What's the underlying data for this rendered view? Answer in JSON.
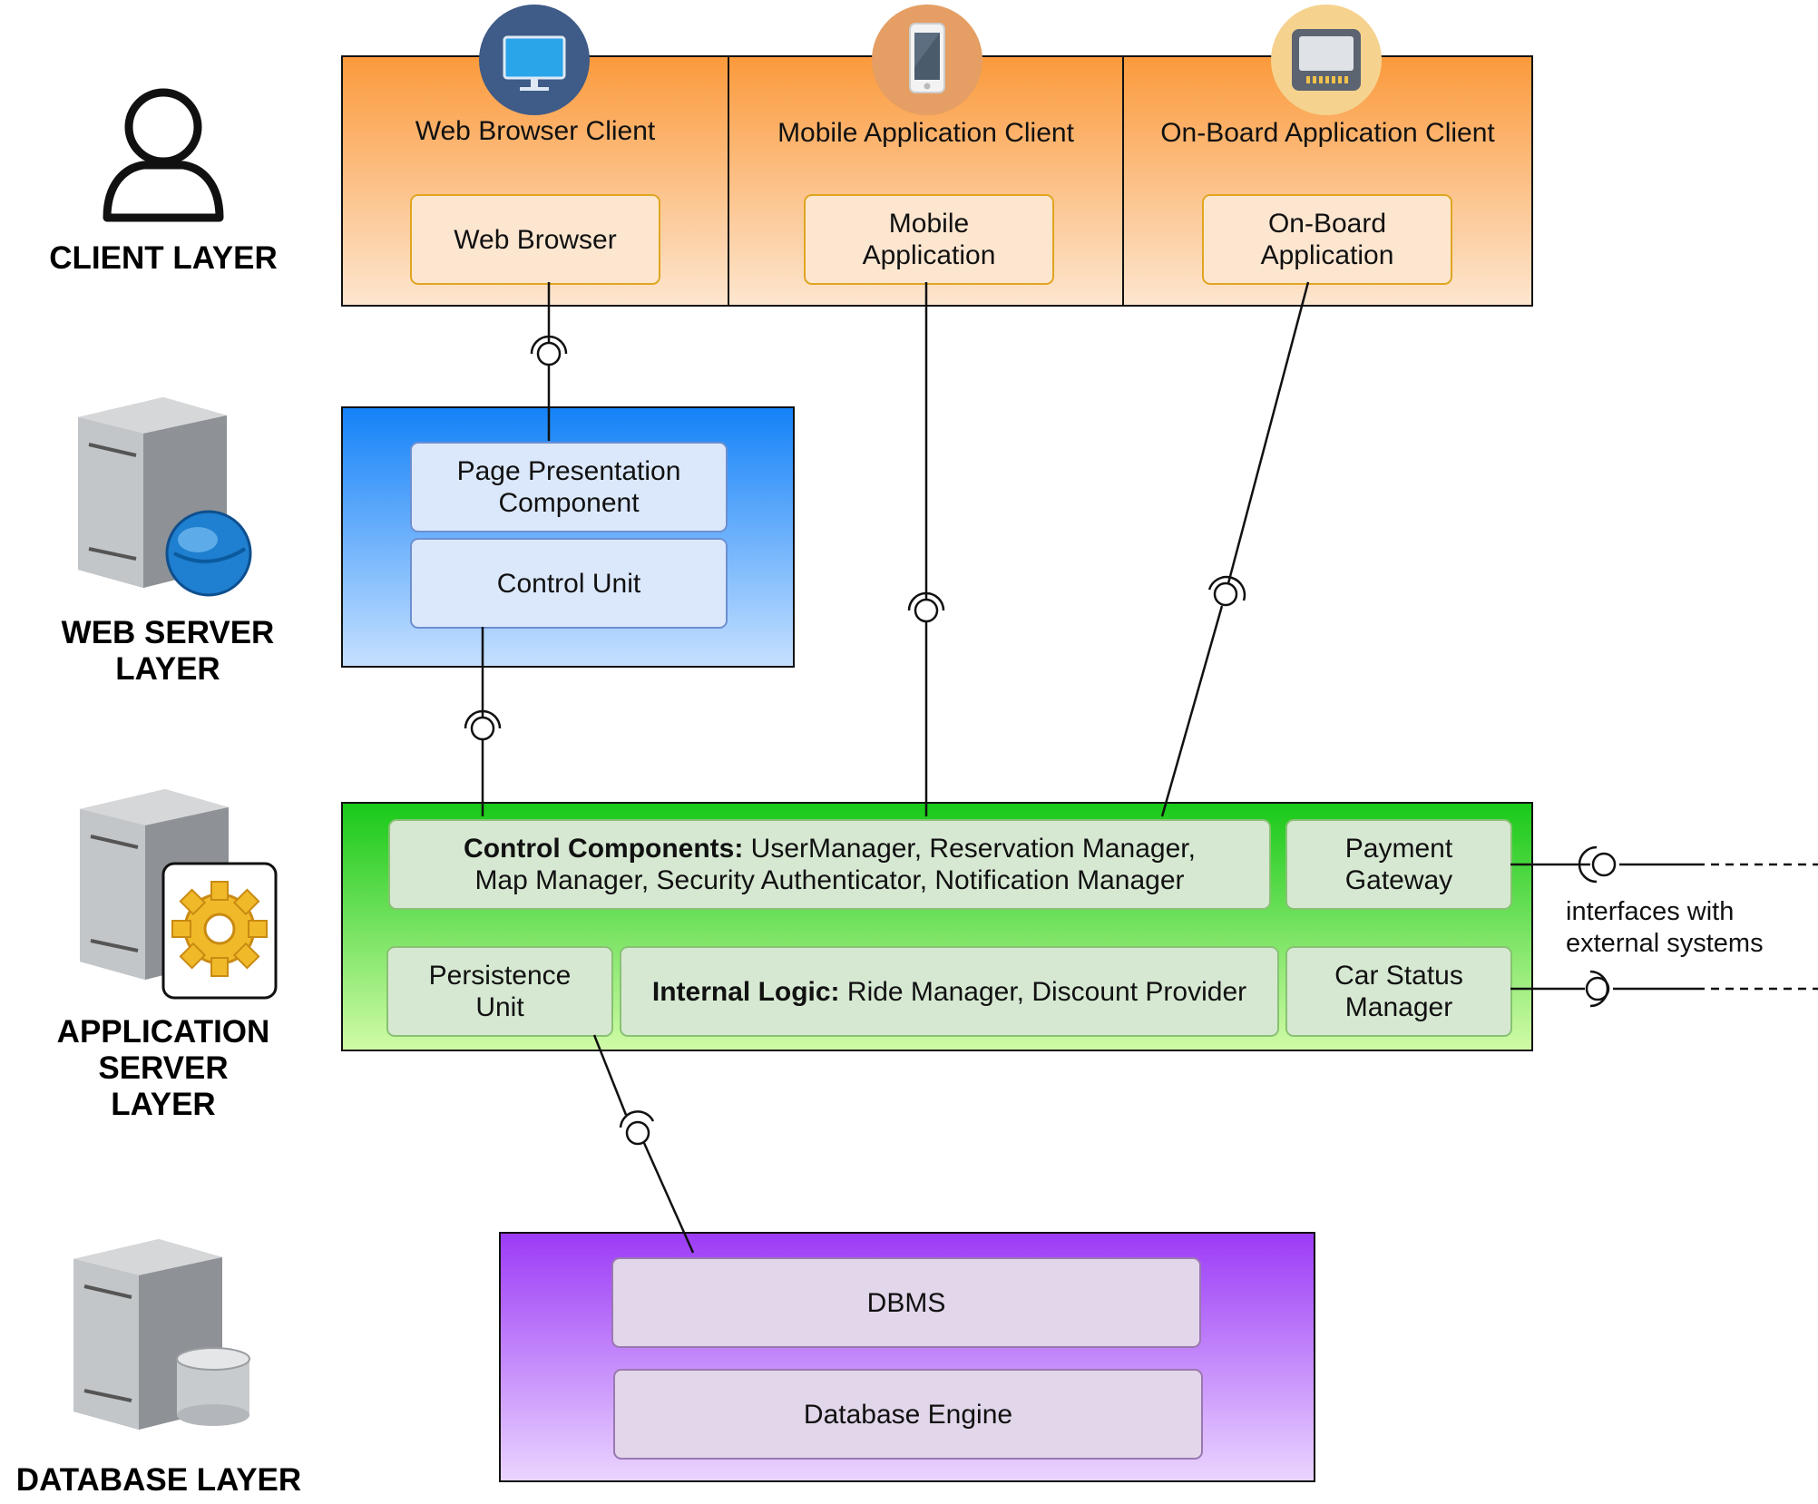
{
  "layers": {
    "client": "CLIENT LAYER",
    "web_server": "WEB SERVER\nLAYER",
    "application_server": "APPLICATION\nSERVER\nLAYER",
    "database": "DATABASE LAYER"
  },
  "client_layer": {
    "panels": [
      {
        "title": "Web Browser Client",
        "box": "Web Browser",
        "icon": "monitor-icon"
      },
      {
        "title": "Mobile Application Client",
        "box": "Mobile\nApplication",
        "icon": "smartphone-icon"
      },
      {
        "title": "On-Board Application Client",
        "box": "On-Board\nApplication",
        "icon": "onboard-display-icon"
      }
    ]
  },
  "web_server_layer": {
    "components": [
      "Page Presentation\nComponent",
      "Control Unit"
    ],
    "icon": "web-server-icon"
  },
  "application_server_layer": {
    "control_components": {
      "bold": "Control Components:",
      "line1_rest": " UserManager, Reservation Manager,",
      "line2": "Map Manager,  Security Authenticator, Notification Manager"
    },
    "payment_gateway": "Payment\nGateway",
    "persistence_unit": "Persistence\nUnit",
    "internal_logic": {
      "bold": "Internal Logic:",
      "rest": " Ride Manager, Discount Provider"
    },
    "car_status_manager": "Car Status\nManager",
    "external_label": "interfaces with\nexternal systems",
    "icon": "application-server-icon"
  },
  "database_layer": {
    "components": [
      "DBMS",
      "Database Engine"
    ],
    "icon": "database-server-icon"
  },
  "colors": {
    "client_panel": "#fb9a3c",
    "web_panel": "#1482f8",
    "app_panel": "#19c919",
    "db_panel": "#9c3bf6"
  }
}
